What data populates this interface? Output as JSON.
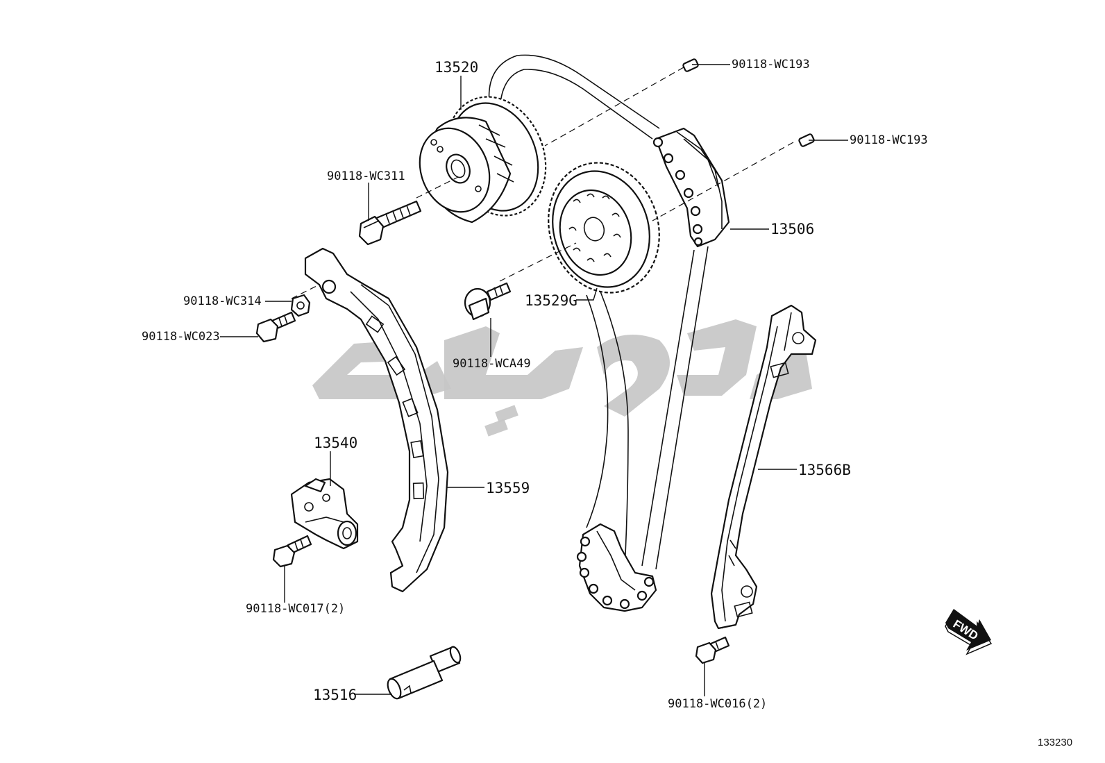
{
  "labels": {
    "p13520": "13520",
    "p90118_wc193_a": "90118-WC193",
    "p90118_wc193_b": "90118-WC193",
    "p90118_wc311": "90118-WC311",
    "p13506": "13506",
    "p90118_wc314": "90118-WC314",
    "p90118_wc023": "90118-WC023",
    "p13529g": "13529G",
    "p90118_wca49": "90118-WCA49",
    "p13540": "13540",
    "p13559": "13559",
    "p13566b": "13566B",
    "p90118_wc017": "90118-WC017(2)",
    "p13516": "13516",
    "p90118_wc016": "90118-WC016(2)"
  },
  "badge": {
    "fwd": "FWD"
  },
  "doc_id": "133230",
  "colors": {
    "line": "#111111",
    "watermark": "#c7c7c7",
    "background": "#ffffff"
  }
}
